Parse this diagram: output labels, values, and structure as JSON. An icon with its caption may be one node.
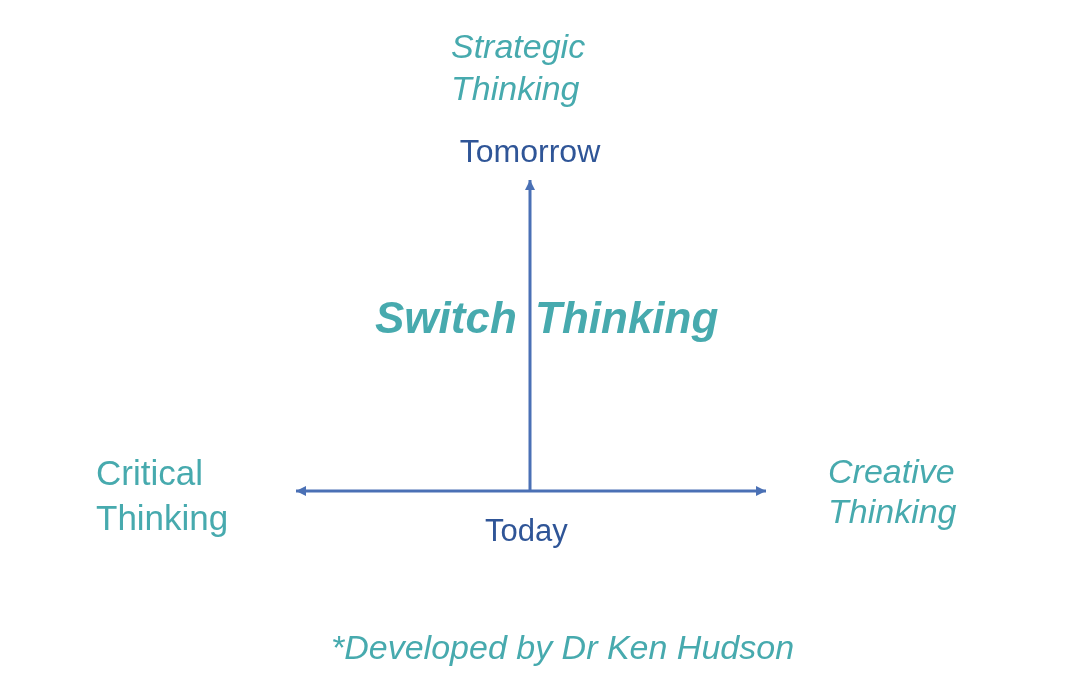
{
  "diagram": {
    "title": "Switch Thinking",
    "caption": "*Developed by Dr Ken Hudson",
    "nodes": [
      {
        "text": [
          "Tomorrow"
        ]
      },
      {
        "text": [
          "Critical Thinking"
        ]
      },
      {
        "text": [
          "Creative Thinking"
        ]
      }
    ],
    "edges": [
      {
        "from": null,
        "to": 0,
        "arrow": "to"
      },
      {
        "from": 1,
        "to": 2,
        "arrow": "both"
      }
    ],
    "labels": [
      "Strategic Thinking",
      "Today"
    ]
  }
}
